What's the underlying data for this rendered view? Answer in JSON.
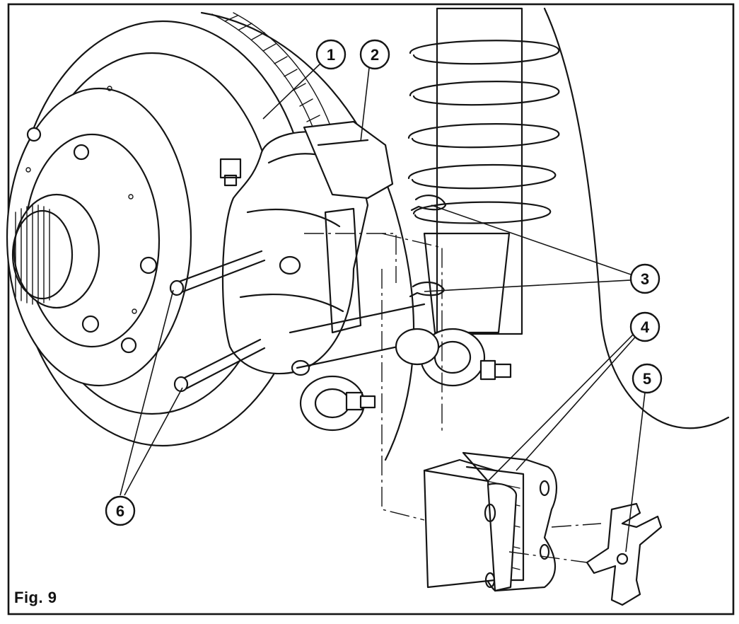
{
  "figure": {
    "caption": "Fig. 9"
  },
  "callouts": [
    {
      "id": "1",
      "label": "1"
    },
    {
      "id": "2",
      "label": "2"
    },
    {
      "id": "3",
      "label": "3"
    },
    {
      "id": "4",
      "label": "4"
    },
    {
      "id": "5",
      "label": "5"
    },
    {
      "id": "6",
      "label": "6"
    }
  ],
  "colors": {
    "ink": "#151515",
    "paper": "#ffffff"
  }
}
